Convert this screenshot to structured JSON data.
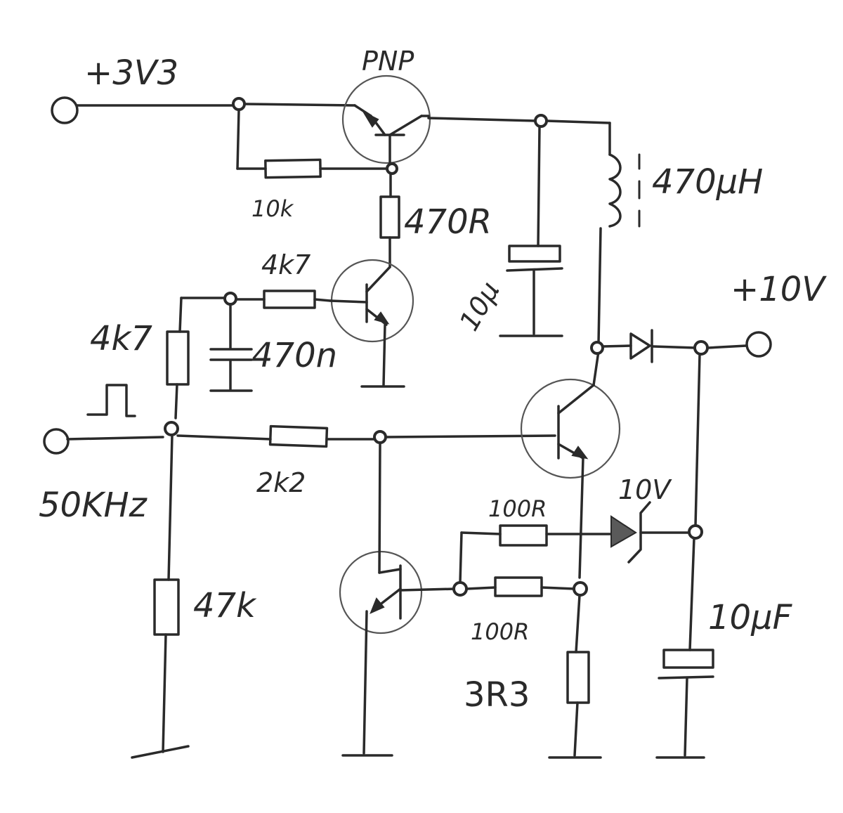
{
  "labels": {
    "supply_in": "+3V3",
    "pnp": "PNP",
    "r_10k": "10k",
    "r_470r": "470R",
    "l_470uh": "470μH",
    "c_10u_top": "10μ",
    "r_4k7_base": "4k7",
    "r_4k7_left": "4k7",
    "c_470n": "470n",
    "out_10v": "+10V",
    "r_2k2": "2k2",
    "freq": "50KHz",
    "zener_10v": "10V",
    "r_100r_top": "100R",
    "r_100r_bottom": "100R",
    "r_47k": "47k",
    "r_3r3": "3R3",
    "c_10uf_out": "10μF"
  }
}
